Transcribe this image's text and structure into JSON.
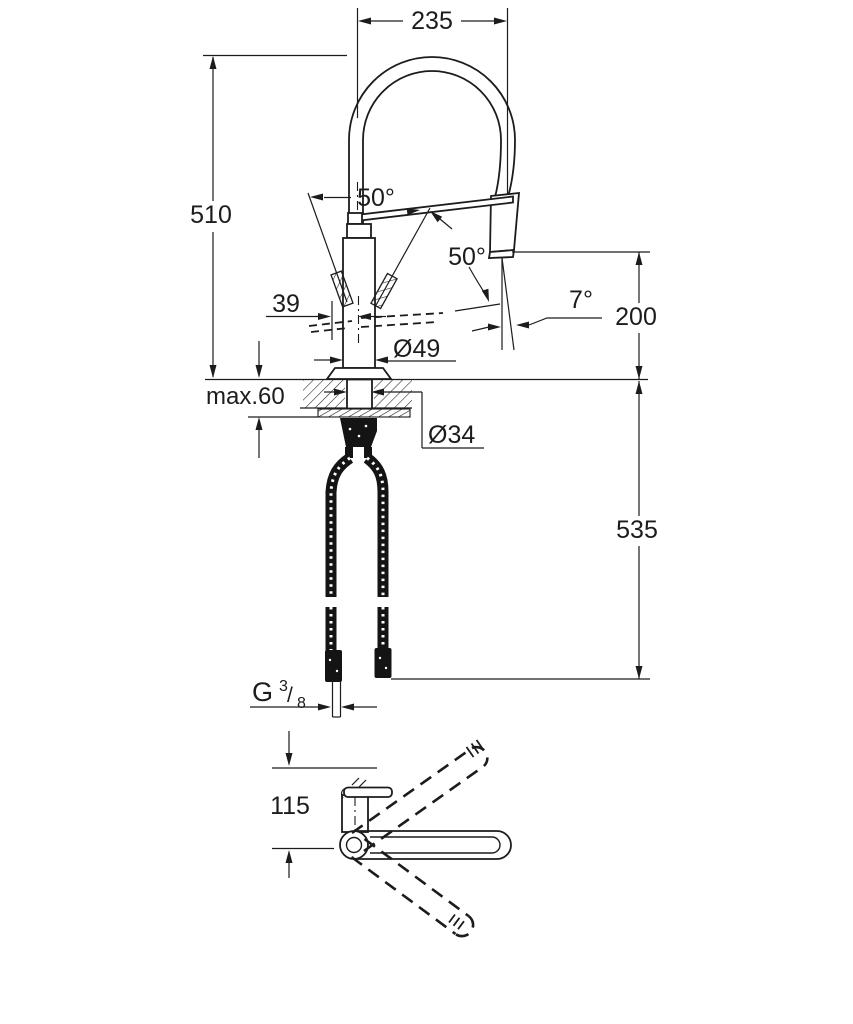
{
  "drawing": {
    "labels": {
      "spout_reach": "235",
      "total_height": "510",
      "handle_angle_left": "50°",
      "handle_angle_right": "50°",
      "handle_offset": "39",
      "head_tilt": "7°",
      "outlet_height": "200",
      "body_diameter": "Ø49",
      "max_counter_thickness": "max.60",
      "shank_diameter": "Ø34",
      "hose_drop": "535",
      "plan_offset": "115",
      "thread": {
        "symbol": "G",
        "numerator": "3",
        "slash": "/",
        "denominator": "8"
      }
    }
  }
}
